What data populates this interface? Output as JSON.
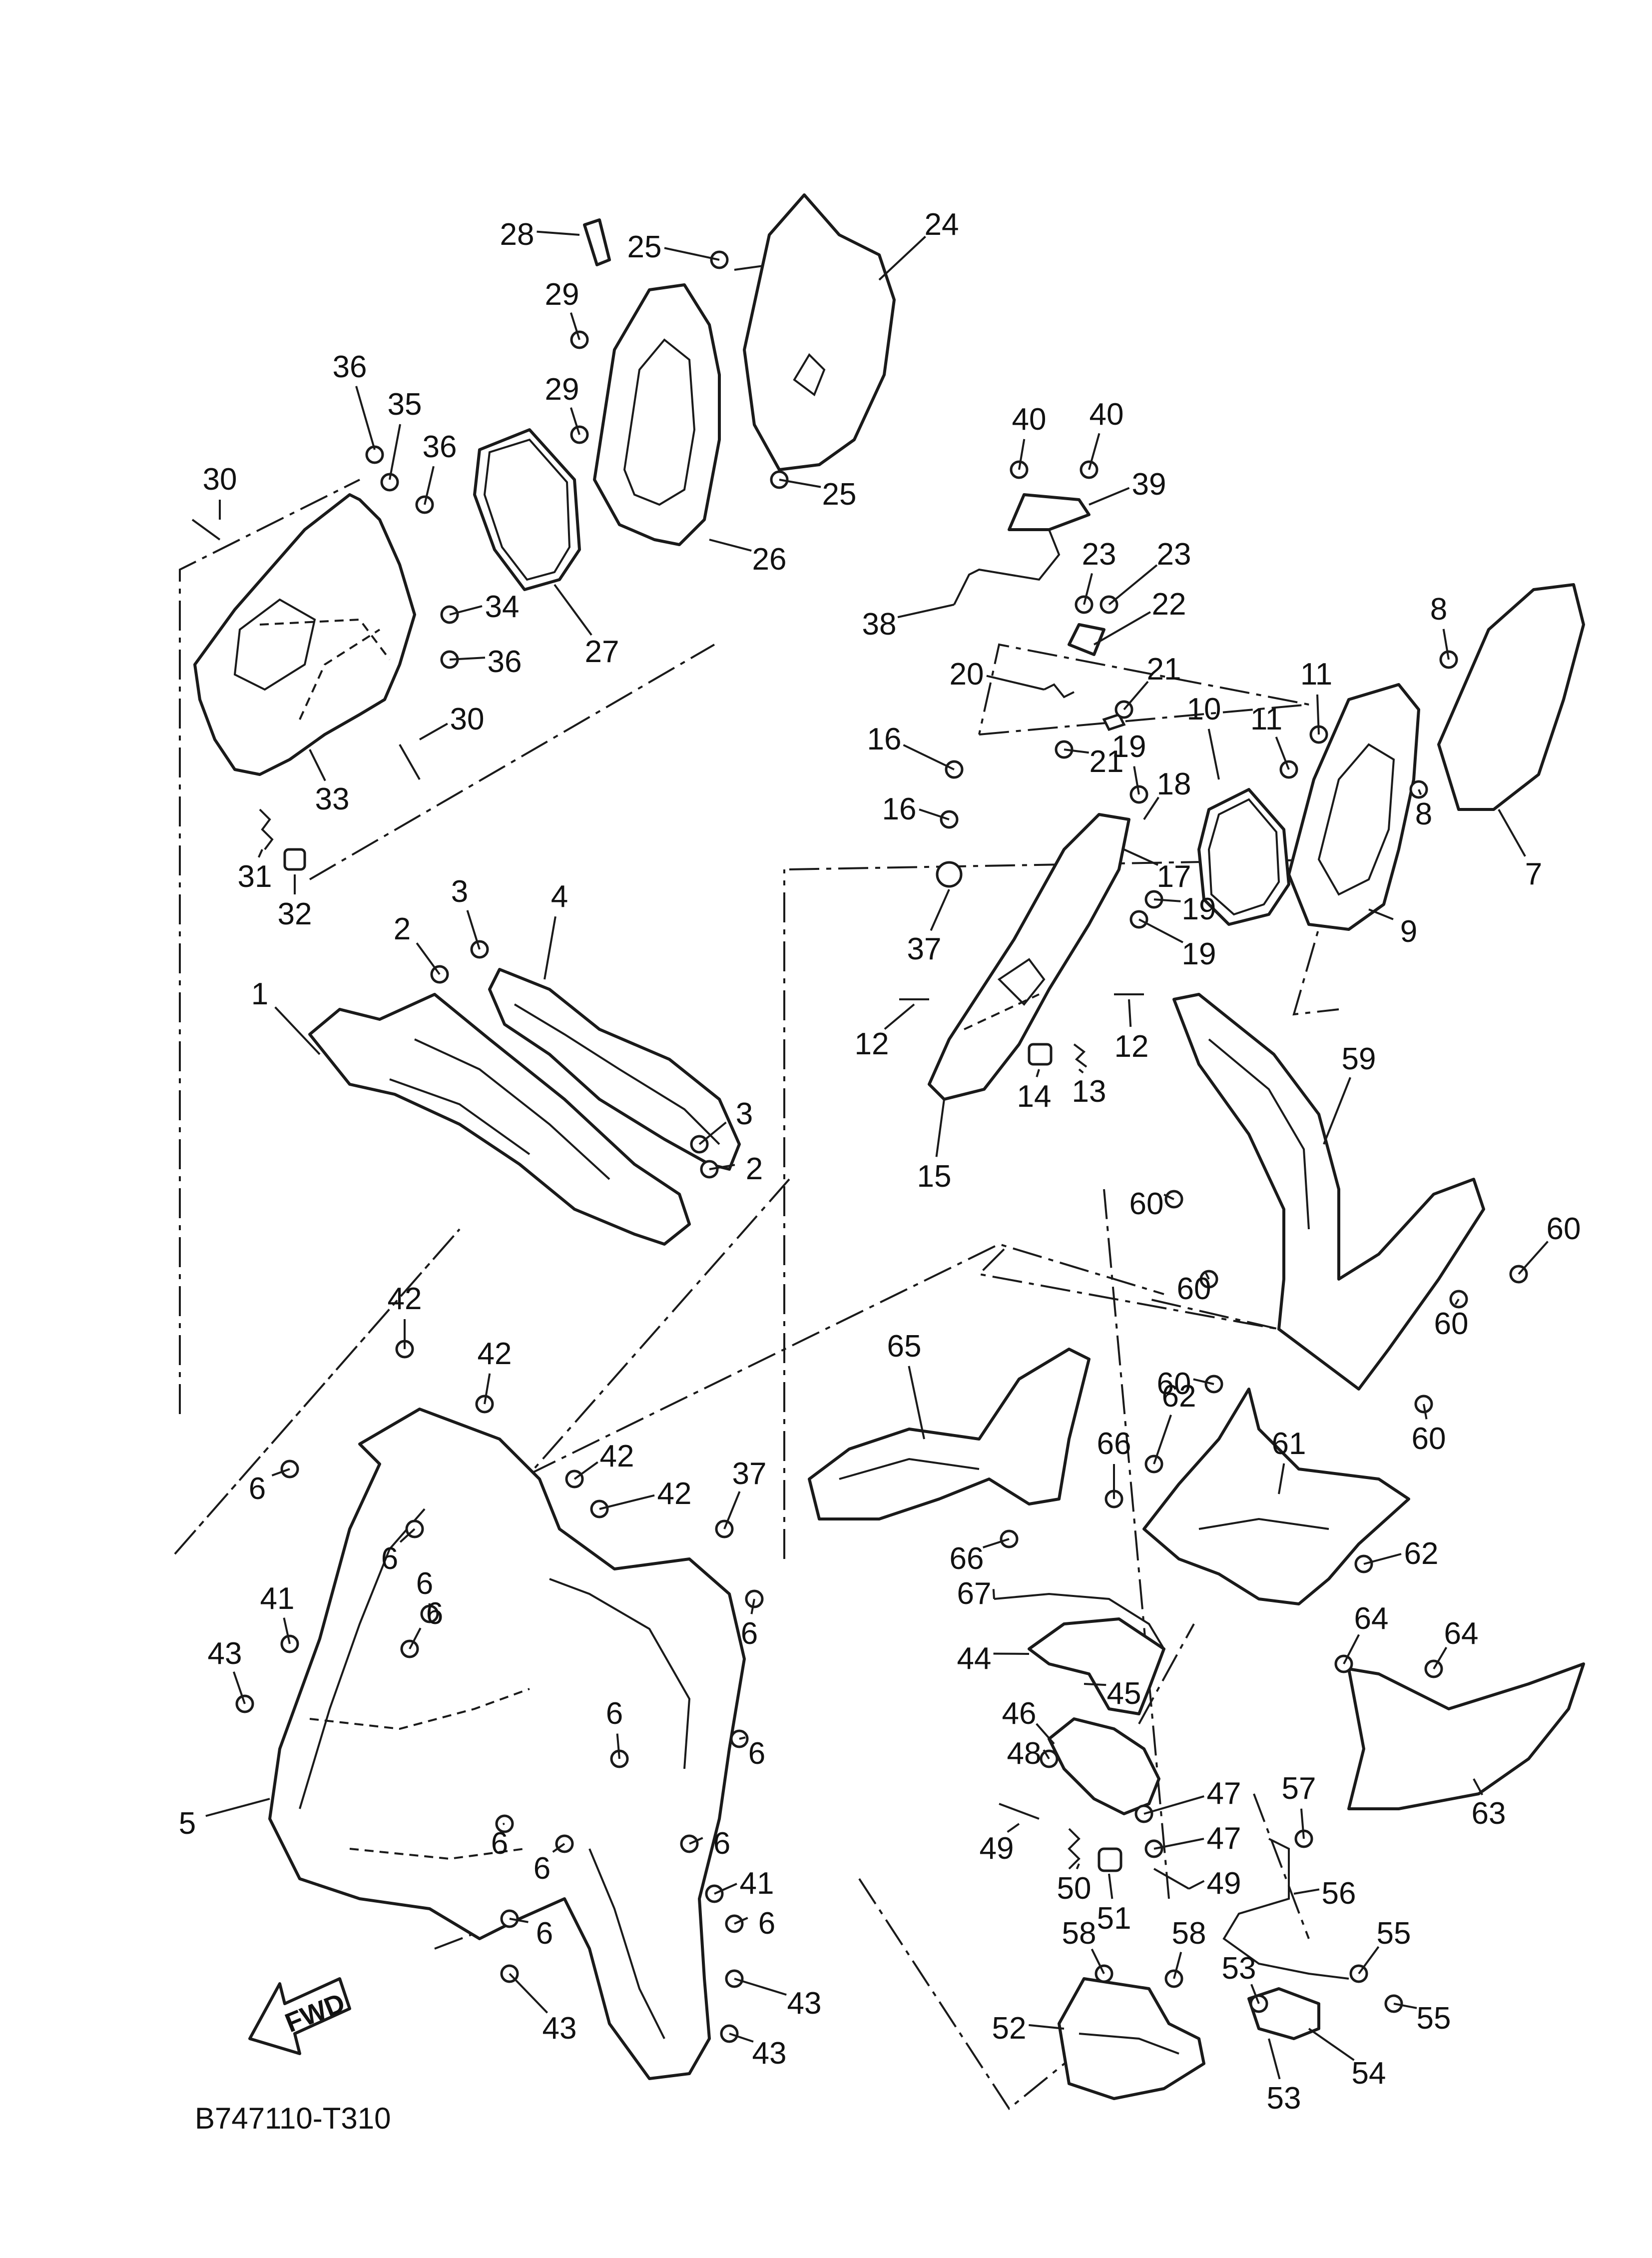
{
  "diagram": {
    "code": "B747110-T310",
    "fwd_label": "FWD",
    "callouts": [
      {
        "id": "c1",
        "label": "1"
      },
      {
        "id": "c2a",
        "label": "2"
      },
      {
        "id": "c2b",
        "label": "2"
      },
      {
        "id": "c3a",
        "label": "3"
      },
      {
        "id": "c3b",
        "label": "3"
      },
      {
        "id": "c4",
        "label": "4"
      },
      {
        "id": "c5",
        "label": "5"
      },
      {
        "id": "c6a",
        "label": "6"
      },
      {
        "id": "c6b",
        "label": "6"
      },
      {
        "id": "c6c",
        "label": "6"
      },
      {
        "id": "c6d",
        "label": "6"
      },
      {
        "id": "c6e",
        "label": "6"
      },
      {
        "id": "c6f",
        "label": "6"
      },
      {
        "id": "c6g",
        "label": "6"
      },
      {
        "id": "c6h",
        "label": "6"
      },
      {
        "id": "c6i",
        "label": "6"
      },
      {
        "id": "c6j",
        "label": "6"
      },
      {
        "id": "c6k",
        "label": "6"
      },
      {
        "id": "c6l",
        "label": "6"
      },
      {
        "id": "c7",
        "label": "7"
      },
      {
        "id": "c8a",
        "label": "8"
      },
      {
        "id": "c8b",
        "label": "8"
      },
      {
        "id": "c9",
        "label": "9"
      },
      {
        "id": "c10",
        "label": "10"
      },
      {
        "id": "c11a",
        "label": "11"
      },
      {
        "id": "c11b",
        "label": "11"
      },
      {
        "id": "c12a",
        "label": "12"
      },
      {
        "id": "c12b",
        "label": "12"
      },
      {
        "id": "c13",
        "label": "13"
      },
      {
        "id": "c14",
        "label": "14"
      },
      {
        "id": "c15",
        "label": "15"
      },
      {
        "id": "c16a",
        "label": "16"
      },
      {
        "id": "c16b",
        "label": "16"
      },
      {
        "id": "c17",
        "label": "17"
      },
      {
        "id": "c18",
        "label": "18"
      },
      {
        "id": "c19a",
        "label": "19"
      },
      {
        "id": "c19b",
        "label": "19"
      },
      {
        "id": "c19c",
        "label": "19"
      },
      {
        "id": "c20",
        "label": "20"
      },
      {
        "id": "c21a",
        "label": "21"
      },
      {
        "id": "c21b",
        "label": "21"
      },
      {
        "id": "c22",
        "label": "22"
      },
      {
        "id": "c23a",
        "label": "23"
      },
      {
        "id": "c23b",
        "label": "23"
      },
      {
        "id": "c24",
        "label": "24"
      },
      {
        "id": "c25a",
        "label": "25"
      },
      {
        "id": "c25b",
        "label": "25"
      },
      {
        "id": "c26",
        "label": "26"
      },
      {
        "id": "c27",
        "label": "27"
      },
      {
        "id": "c28",
        "label": "28"
      },
      {
        "id": "c29a",
        "label": "29"
      },
      {
        "id": "c29b",
        "label": "29"
      },
      {
        "id": "c30a",
        "label": "30"
      },
      {
        "id": "c30b",
        "label": "30"
      },
      {
        "id": "c31",
        "label": "31"
      },
      {
        "id": "c32",
        "label": "32"
      },
      {
        "id": "c33",
        "label": "33"
      },
      {
        "id": "c34",
        "label": "34"
      },
      {
        "id": "c35",
        "label": "35"
      },
      {
        "id": "c36a",
        "label": "36"
      },
      {
        "id": "c36b",
        "label": "36"
      },
      {
        "id": "c36c",
        "label": "36"
      },
      {
        "id": "c37a",
        "label": "37"
      },
      {
        "id": "c37b",
        "label": "37"
      },
      {
        "id": "c38",
        "label": "38"
      },
      {
        "id": "c39",
        "label": "39"
      },
      {
        "id": "c40a",
        "label": "40"
      },
      {
        "id": "c40b",
        "label": "40"
      },
      {
        "id": "c41a",
        "label": "41"
      },
      {
        "id": "c41b",
        "label": "41"
      },
      {
        "id": "c42a",
        "label": "42"
      },
      {
        "id": "c42b",
        "label": "42"
      },
      {
        "id": "c42c",
        "label": "42"
      },
      {
        "id": "c42d",
        "label": "42"
      },
      {
        "id": "c43a",
        "label": "43"
      },
      {
        "id": "c43b",
        "label": "43"
      },
      {
        "id": "c43c",
        "label": "43"
      },
      {
        "id": "c43d",
        "label": "43"
      },
      {
        "id": "c44",
        "label": "44"
      },
      {
        "id": "c45",
        "label": "45"
      },
      {
        "id": "c46",
        "label": "46"
      },
      {
        "id": "c47a",
        "label": "47"
      },
      {
        "id": "c47b",
        "label": "47"
      },
      {
        "id": "c48",
        "label": "48"
      },
      {
        "id": "c49a",
        "label": "49"
      },
      {
        "id": "c49b",
        "label": "49"
      },
      {
        "id": "c50",
        "label": "50"
      },
      {
        "id": "c51",
        "label": "51"
      },
      {
        "id": "c52",
        "label": "52"
      },
      {
        "id": "c53a",
        "label": "53"
      },
      {
        "id": "c53b",
        "label": "53"
      },
      {
        "id": "c54",
        "label": "54"
      },
      {
        "id": "c55a",
        "label": "55"
      },
      {
        "id": "c55b",
        "label": "55"
      },
      {
        "id": "c56",
        "label": "56"
      },
      {
        "id": "c57",
        "label": "57"
      },
      {
        "id": "c58a",
        "label": "58"
      },
      {
        "id": "c58b",
        "label": "58"
      },
      {
        "id": "c59",
        "label": "59"
      },
      {
        "id": "c60a",
        "label": "60"
      },
      {
        "id": "c60b",
        "label": "60"
      },
      {
        "id": "c60c",
        "label": "60"
      },
      {
        "id": "c60d",
        "label": "60"
      },
      {
        "id": "c60e",
        "label": "60"
      },
      {
        "id": "c60f",
        "label": "60"
      },
      {
        "id": "c61",
        "label": "61"
      },
      {
        "id": "c62a",
        "label": "62"
      },
      {
        "id": "c62b",
        "label": "62"
      },
      {
        "id": "c63",
        "label": "63"
      },
      {
        "id": "c64a",
        "label": "64"
      },
      {
        "id": "c64b",
        "label": "64"
      },
      {
        "id": "c65",
        "label": "65"
      },
      {
        "id": "c66a",
        "label": "66"
      },
      {
        "id": "c66b",
        "label": "66"
      },
      {
        "id": "c67",
        "label": "67"
      }
    ]
  }
}
